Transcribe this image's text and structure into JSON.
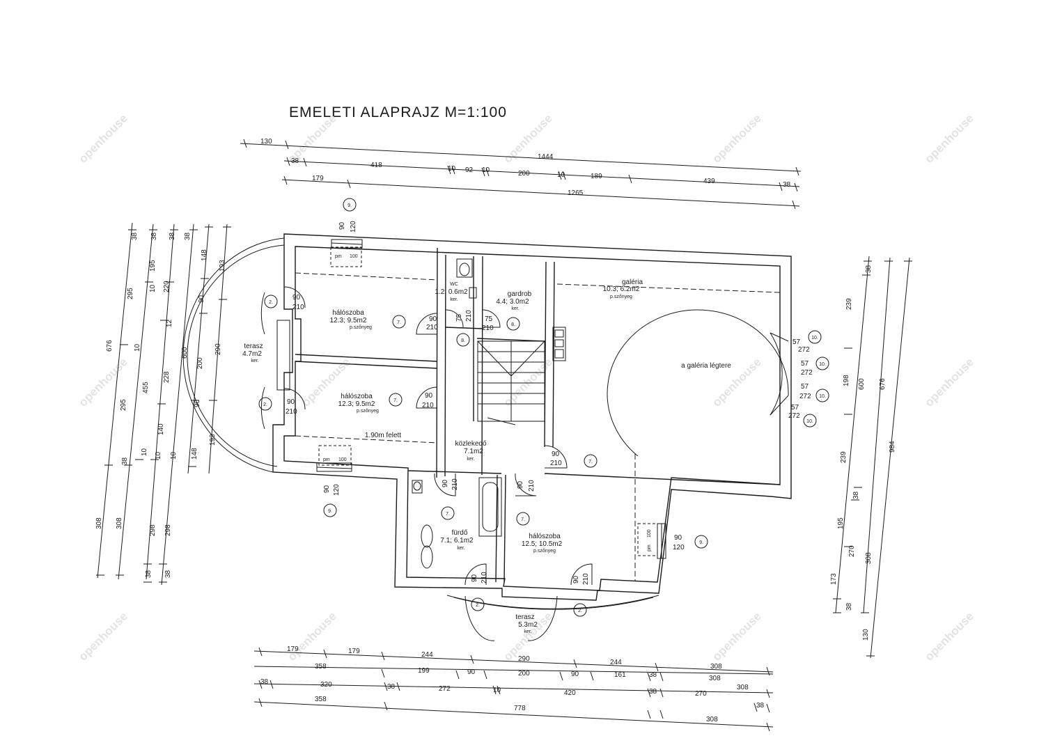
{
  "title": "EMELETI ALAPRAJZ  M=1:100",
  "watermark": "openhouse",
  "top_dims": {
    "row1": [
      "130",
      "1444"
    ],
    "row2": [
      "38",
      "418",
      "10",
      "92",
      "10",
      "200",
      "10",
      "189",
      "439"
    ],
    "row3": [
      "179",
      "1265",
      "38"
    ]
  },
  "bottom_dims": {
    "row1": [
      "179",
      "179",
      "244",
      "290",
      "244",
      "308"
    ],
    "row2": [
      "358",
      "199",
      "90",
      "200",
      "90",
      "161",
      "38",
      "308"
    ],
    "row3": [
      "38",
      "320",
      "38",
      "272",
      "10",
      "420",
      "38",
      "270",
      "308"
    ],
    "row4": [
      "358",
      "778",
      "38",
      "308"
    ]
  },
  "left_dims": [
    "676",
    "295",
    "295",
    "308",
    "308",
    "38",
    "10",
    "455",
    "10",
    "38",
    "38",
    "195",
    "10",
    "228",
    "140",
    "10",
    "298",
    "38",
    "298",
    "38",
    "220",
    "12",
    "600",
    "148",
    "148",
    "10",
    "38",
    "90",
    "200",
    "90",
    "193",
    "290",
    "193",
    "38"
  ],
  "right_dims": [
    "38",
    "239",
    "198",
    "239",
    "38",
    "195",
    "270",
    "173",
    "38",
    "130",
    "600",
    "308",
    "676",
    "984"
  ],
  "rooms": {
    "halo1": {
      "name": "hálószoba",
      "area": "12.3; 9.5m2",
      "floor": "p.szőnyeg"
    },
    "halo2": {
      "name": "hálószoba",
      "area": "12.3; 9.5m2",
      "floor": "p.szőnyeg"
    },
    "halo3": {
      "name": "hálószoba",
      "area": "12.5; 10.5m2",
      "floor": "p.szőnyeg"
    },
    "wc": {
      "name": "WC",
      "area": "1.2; 0.6m2",
      "floor": "ker."
    },
    "gardrob": {
      "name": "gardrob",
      "area": "4.4; 3.0m2",
      "floor": "ker."
    },
    "galeria": {
      "name": "galéria",
      "area": "10.3; 6.2m2",
      "floor": "p.szőnyeg"
    },
    "leg": {
      "name": "a galéria légtere"
    },
    "terasz1": {
      "name": "terasz",
      "area": "4.7m2",
      "floor": "ker."
    },
    "terasz2": {
      "name": "terasz",
      "area": "5.3m2",
      "floor": "ker."
    },
    "kozlekedo": {
      "name": "közlekedő",
      "area": "7.1m2",
      "floor": "ker."
    },
    "furdo": {
      "name": "fürdő",
      "area": "7.1; 6.1m2",
      "floor": "ker."
    },
    "felelf": {
      "name": "1.90m felett"
    }
  },
  "windows": {
    "pm": "pm",
    "hundred": "100",
    "w90": "90",
    "w120": "120"
  },
  "doors": {
    "d90": "90",
    "d210": "210",
    "d75": "75",
    "d57": "57",
    "d272": "272",
    "tag2": "2.",
    "tag7": "7.",
    "tag8": "8.",
    "tag9": "9.",
    "tag10": "10."
  }
}
